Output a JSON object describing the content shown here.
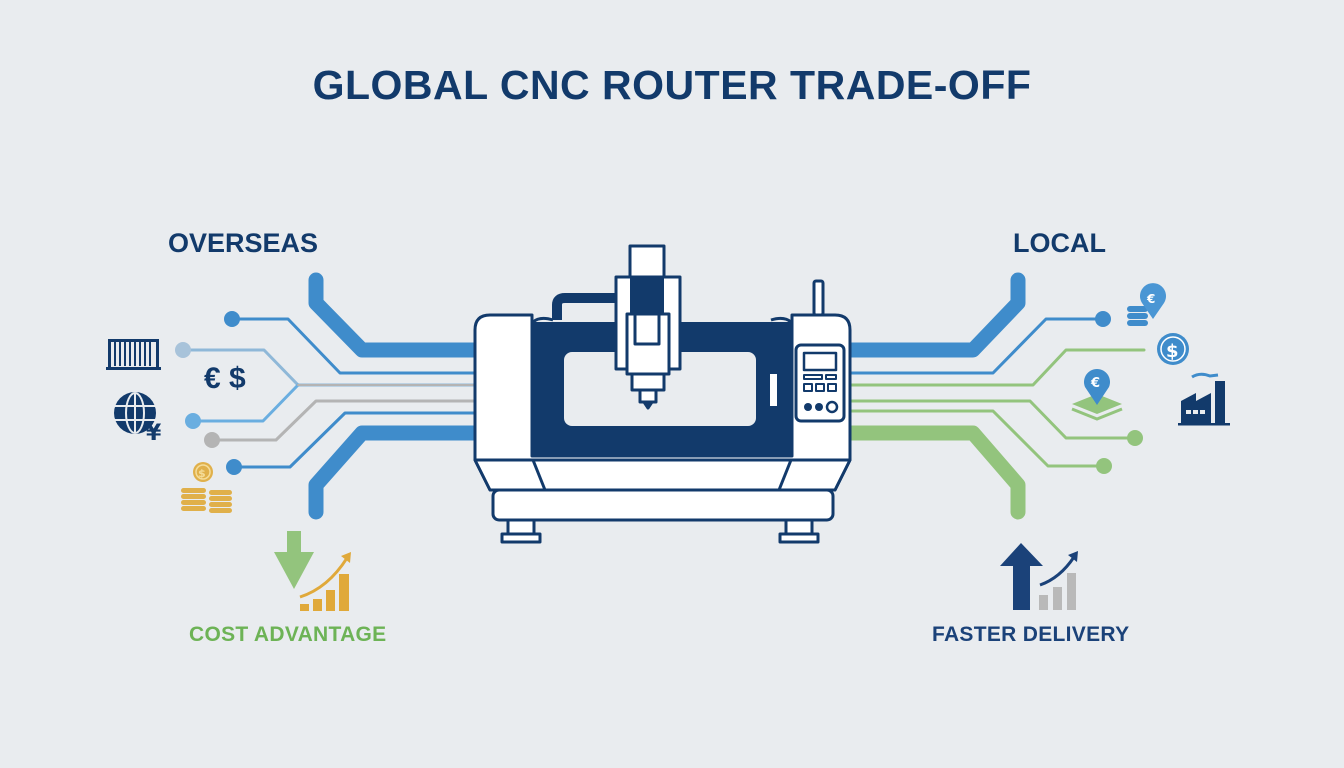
{
  "title": "GLOBAL CNC ROUTER TRADE-OFF",
  "left": {
    "label": "OVERSEAS",
    "currency_symbols": "€ $",
    "icons": [
      "shipping-container-icon",
      "globe-yen-icon",
      "gold-coins-icon",
      "currency-euro-dollar"
    ],
    "outcome": {
      "label": "COST ADVANTAGE",
      "icon": "down-arrow-bar-chart-icon"
    },
    "trace_colors": [
      "#3f8ccb",
      "#8fb8d8",
      "#6aaee0",
      "#b4b4b4"
    ]
  },
  "right": {
    "label": "LOCAL",
    "icons": [
      "coins-euro-pin-icon",
      "dollar-coin-icon",
      "euro-location-map-icon",
      "factory-icon"
    ],
    "outcome": {
      "label": "FASTER DELIVERY",
      "icon": "up-arrow-bar-chart-icon"
    },
    "trace_colors": [
      "#3f8ccb",
      "#93c47d"
    ]
  },
  "center": {
    "machine": "cnc-router-machine",
    "control_panel_buttons": 6
  },
  "colors": {
    "background": "#e9ecef",
    "navy": "#123a6b",
    "blue": "#3f8ccb",
    "green": "#93c47d",
    "gold": "#e0b04a",
    "gray": "#b4b4b4"
  }
}
